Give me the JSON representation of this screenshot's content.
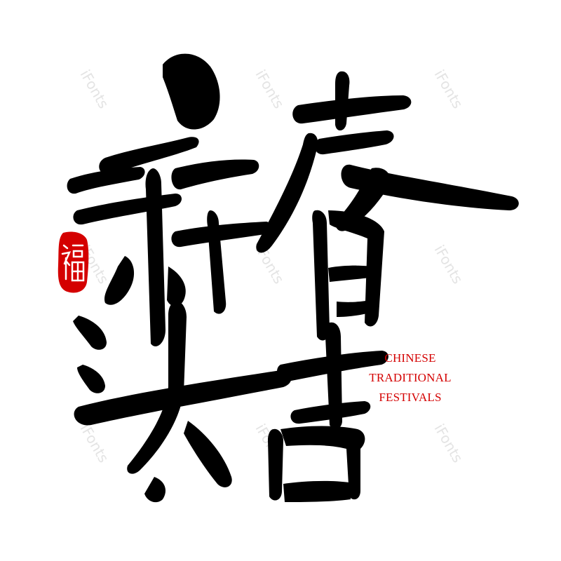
{
  "artwork": {
    "calligraphy_text": "新春大吉",
    "seal_text": "福",
    "ink_color": "#000000",
    "accent_color": "#d40000"
  },
  "caption": {
    "line1": "CHINESE",
    "line2": "TRADITIONAL",
    "line3": "FESTIVALS"
  },
  "watermark_text": "iFonts"
}
